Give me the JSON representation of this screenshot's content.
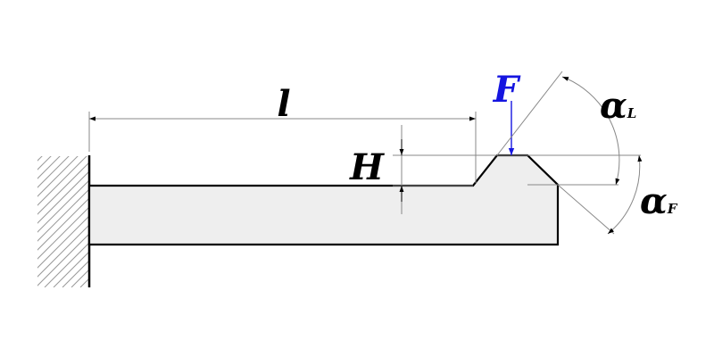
{
  "labels": {
    "length": "l",
    "height": "H",
    "force": "F",
    "angle_symbol": "α",
    "angle_lead_sub": "L",
    "angle_flank_sub": "F"
  },
  "colors": {
    "beam_fill": "#eeeeee",
    "outline": "#000000",
    "dimension_line": "#888888",
    "hatch": "#999999",
    "force": "#1515e0"
  }
}
